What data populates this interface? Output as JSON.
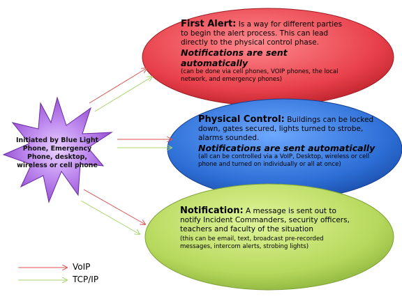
{
  "star": {
    "label": "Initiated by Blue Light Phone, Emergency Phone, desktop, wireless or cell phone",
    "fill": "#a14fd8"
  },
  "ovals": {
    "first_alert": {
      "heading": "First Alert:",
      "body": " Is a way for different parties to begin the alert process.  This can lead directly to the physical control phase.",
      "notification": "Notifications are sent automatically",
      "detail": "(can be done via cell phones, VOIP phones, the local network, and emergency phones)",
      "fill": "#e8404a"
    },
    "physical_control": {
      "heading": "Physical Control:",
      "body": " Buildings can be locked down, gates secured, lights turned to strobe, alarms sounded.",
      "notification": "Notifications are sent automatically",
      "detail": "(all can be controlled via a VoIP, Desktop, wireless or cell phone and turned on individually or all at once)",
      "fill": "#2d6fd6"
    },
    "notification": {
      "heading": "Notification:",
      "body": " A message is sent out to notify Incident Commanders, security officers, teachers and faculty of the situation",
      "detail": "(this can be email, text, broadcast pre-recorded messages, intercom alerts, strobing lights)",
      "fill": "#b6d85c"
    }
  },
  "legend": {
    "voip": {
      "label": "VoIP",
      "color": "#d9534f"
    },
    "tcpip": {
      "label": "TCP/IP",
      "color": "#a8d46a"
    }
  }
}
